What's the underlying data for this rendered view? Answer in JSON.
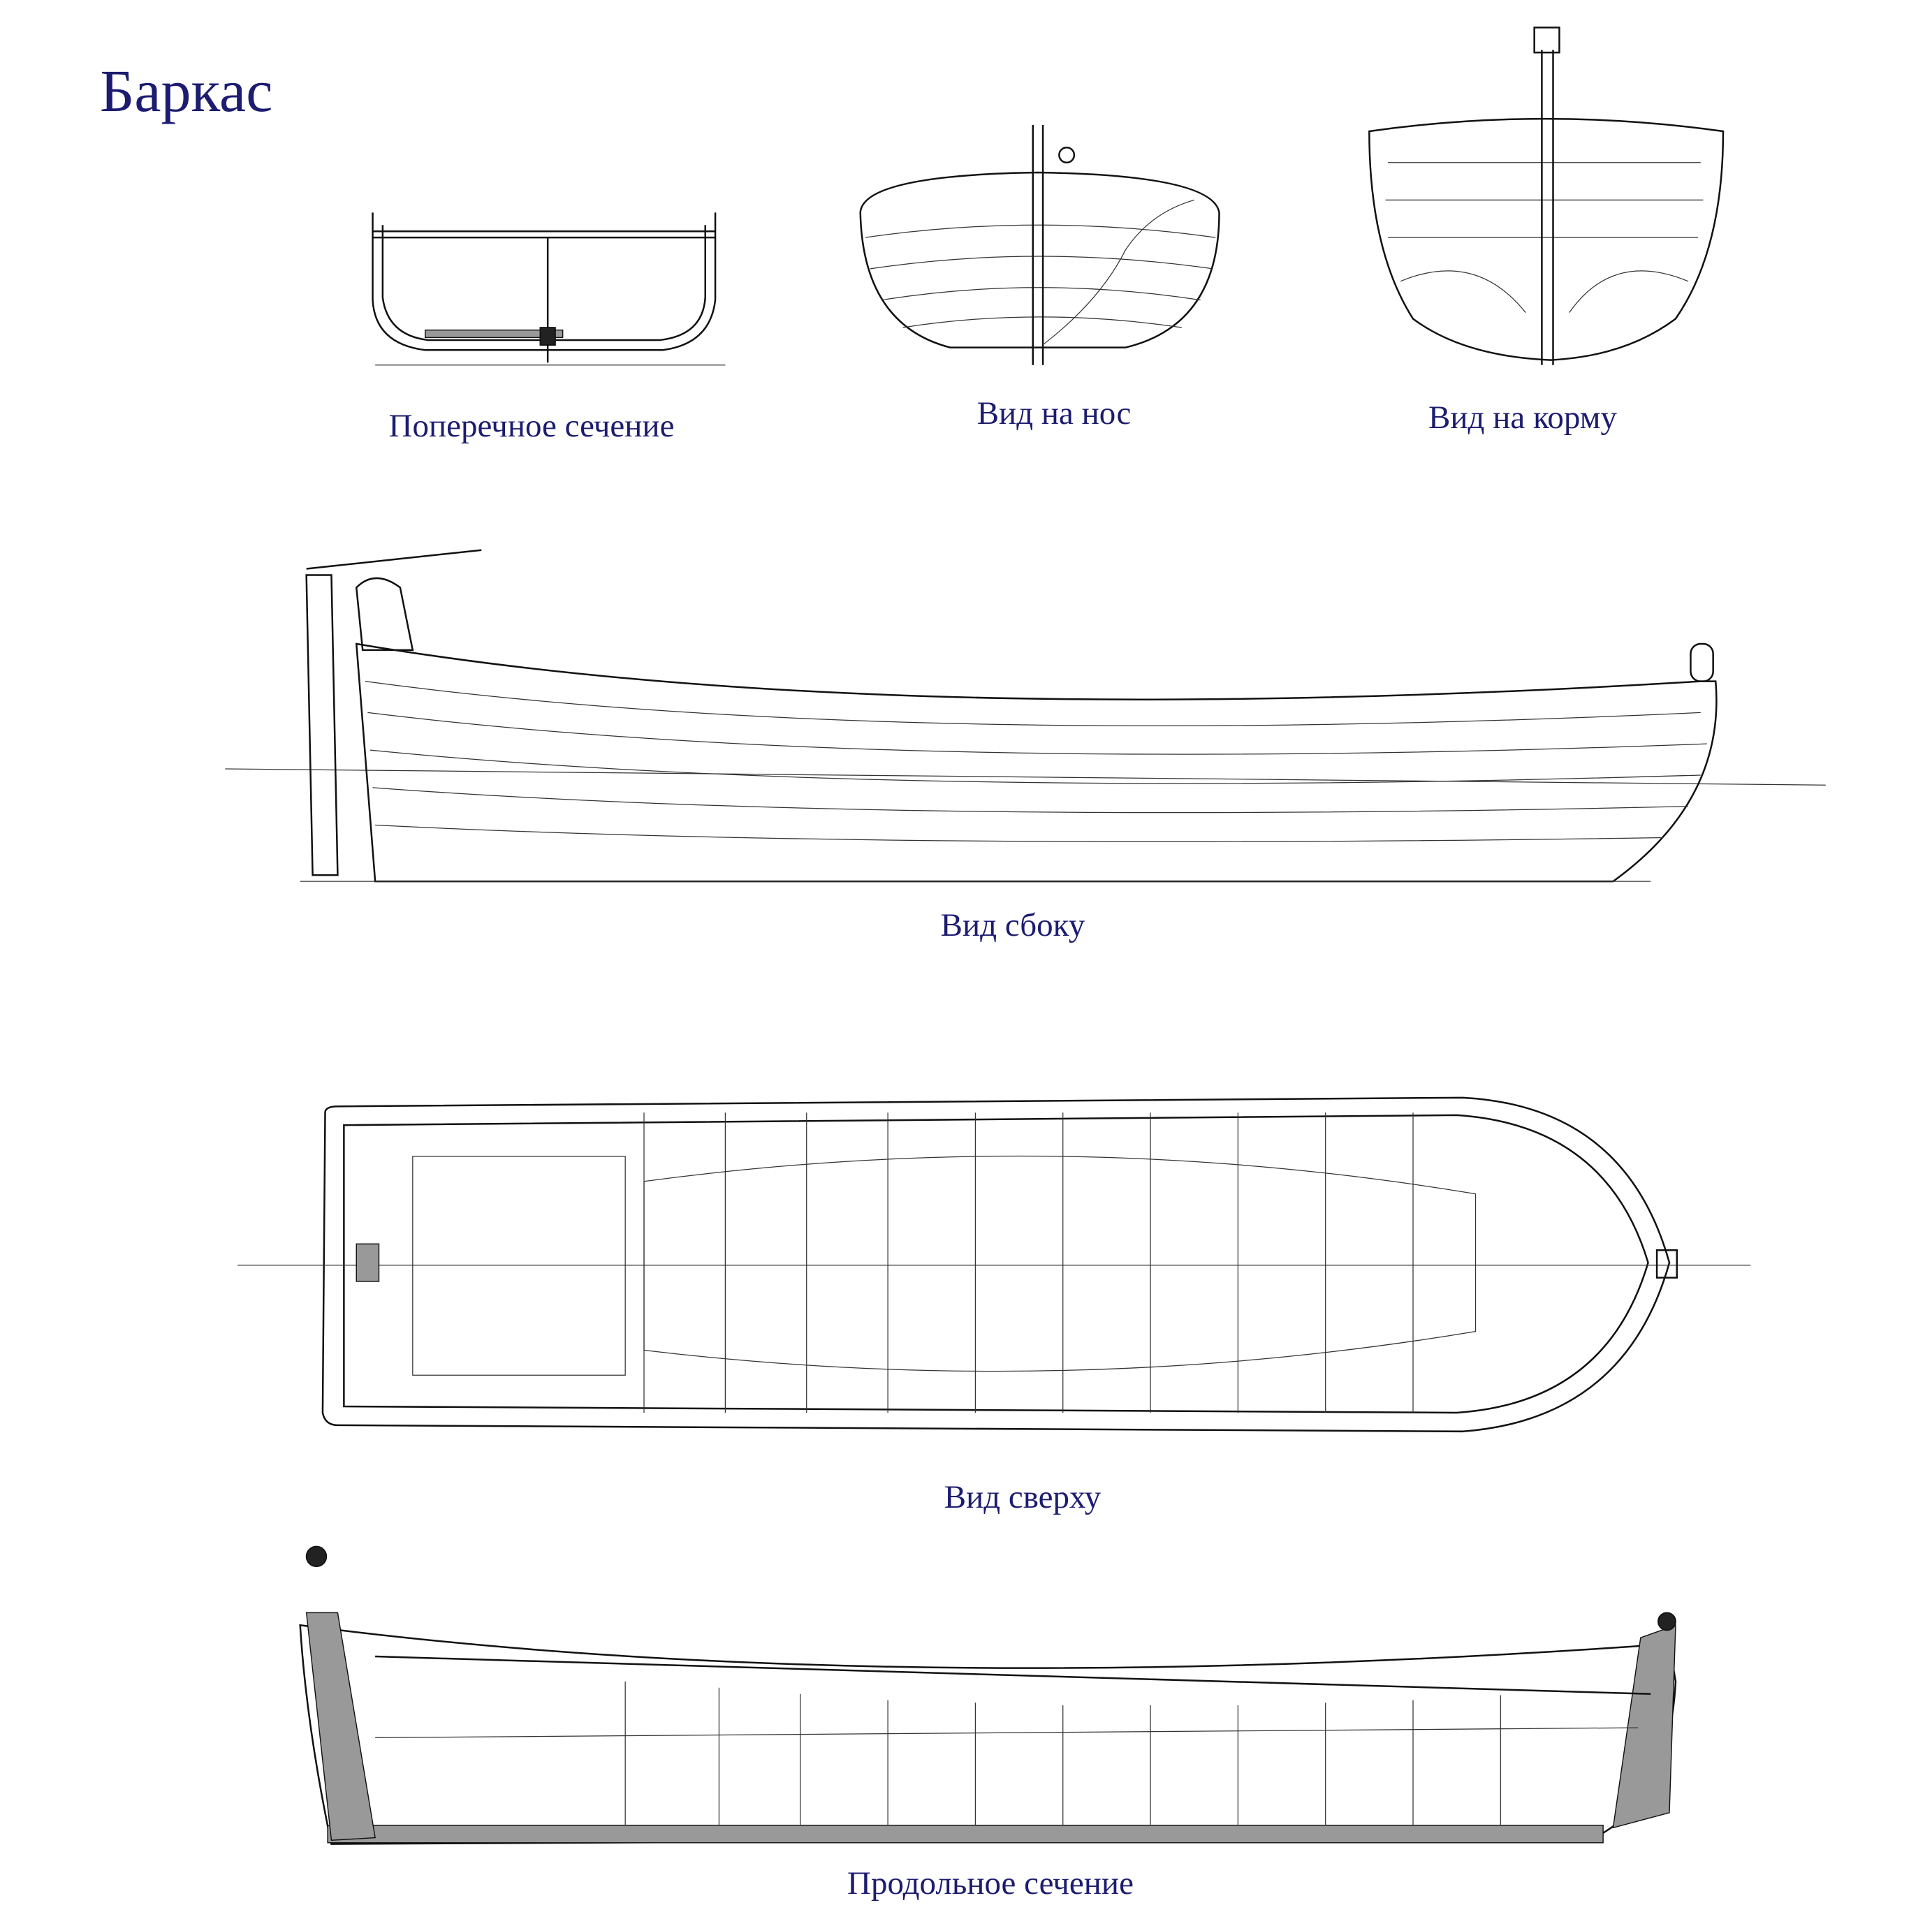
{
  "title": "Баркас",
  "views": {
    "cross_section": "Поперечное сечение",
    "bow": "Вид на нос",
    "stern": "Вид на корму",
    "side": "Вид сбоку",
    "top": "Вид сверху",
    "longitudinal": "Продольное сечение"
  }
}
